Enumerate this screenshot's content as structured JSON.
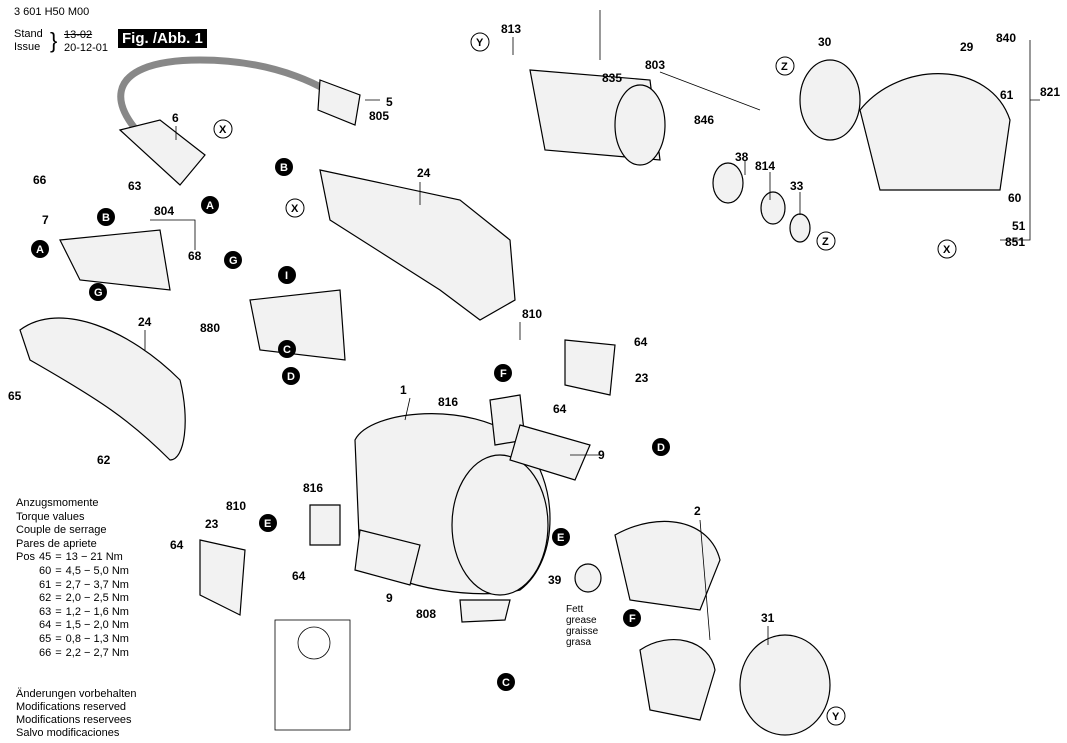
{
  "header": {
    "part_number": "3 601 H50 M00",
    "stand_label": "Stand",
    "issue_label": "Issue",
    "old_date": "13-02",
    "date": "20-12-01",
    "figure": "Fig. /Abb. 1"
  },
  "torque": {
    "titles": [
      "Anzugsmomente",
      "Torque values",
      "Couple de serrage",
      "Pares de apriete"
    ],
    "pos_label": "Pos",
    "rows": [
      {
        "pos": "45",
        "eq": "=",
        "value": "13  − 21 Nm"
      },
      {
        "pos": "60",
        "eq": "=",
        "value": "4,5 − 5,0 Nm"
      },
      {
        "pos": "61",
        "eq": "=",
        "value": "2,7 − 3,7 Nm"
      },
      {
        "pos": "62",
        "eq": "=",
        "value": "2,0 − 2,5 Nm"
      },
      {
        "pos": "63",
        "eq": "=",
        "value": "1,2 − 1,6 Nm"
      },
      {
        "pos": "64",
        "eq": "=",
        "value": "1,5 − 2,0 Nm"
      },
      {
        "pos": "65",
        "eq": "=",
        "value": "0,8 − 1,3 Nm"
      },
      {
        "pos": "66",
        "eq": "=",
        "value": "2,2 − 2,7 Nm"
      }
    ]
  },
  "modifications": [
    "Änderungen vorbehalten",
    "Modifications reserved",
    "Modifications reservees",
    "Salvo modificaciones"
  ],
  "grease": [
    "Fett",
    "grease",
    "graisse",
    "grasa"
  ],
  "labels": [
    "813",
    "803",
    "835",
    "30",
    "29",
    "840",
    "821",
    "61",
    "846",
    "38",
    "814",
    "33",
    "60",
    "51",
    "851",
    "5",
    "805",
    "6",
    "66",
    "63",
    "7",
    "804",
    "68",
    "24",
    "880",
    "24",
    "65",
    "62",
    "810",
    "64",
    "23",
    "816",
    "64",
    "1",
    "9",
    "2",
    "39",
    "808",
    "9",
    "816",
    "810",
    "23",
    "64",
    "64",
    "31"
  ],
  "connectors": [
    "Y",
    "Z",
    "Z",
    "X",
    "X",
    "B",
    "A",
    "B",
    "A",
    "G",
    "X",
    "G",
    "I",
    "C",
    "D",
    "F",
    "D",
    "E",
    "F",
    "E",
    "C",
    "Y"
  ]
}
